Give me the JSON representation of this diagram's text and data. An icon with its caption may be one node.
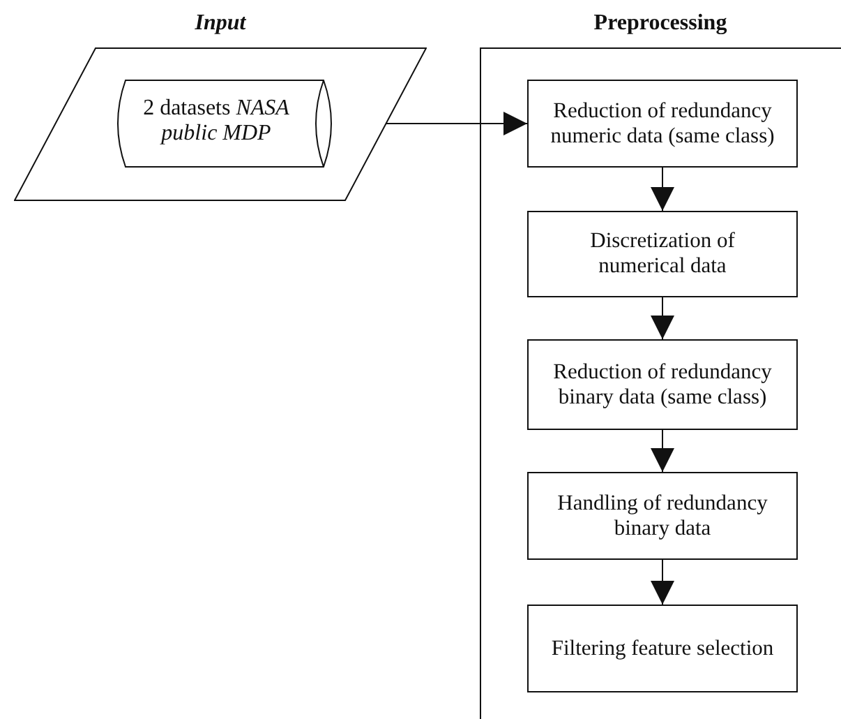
{
  "diagram": {
    "nodes": [
      {
        "text": [
          "Input"
        ]
      },
      {
        "text": [
          "2 datasets *NASA public MDP*"
        ],
        "in": 0
      },
      {
        "text": [
          "Preprocessing"
        ]
      },
      {
        "text": [
          "Reduction of redundancy numeric data (same class)"
        ],
        "in": 2
      },
      {
        "text": [
          "Discretization of numerical data"
        ],
        "in": 2
      },
      {
        "text": [
          "Reduction of redundancy binary data (same class)"
        ],
        "in": 2
      },
      {
        "text": [
          "Handling of redundancy binary data"
        ],
        "in": 2
      },
      {
        "text": [
          "Filtering feature selection"
        ],
        "in": 2
      }
    ],
    "edges": [
      {
        "from": 1,
        "to": 3,
        "arrow": "to"
      },
      {
        "from": 3,
        "to": 4,
        "arrow": "to"
      },
      {
        "from": 4,
        "to": 5,
        "arrow": "to"
      },
      {
        "from": 5,
        "to": 6,
        "arrow": "to"
      },
      {
        "from": 6,
        "to": 7,
        "arrow": "to"
      }
    ]
  }
}
